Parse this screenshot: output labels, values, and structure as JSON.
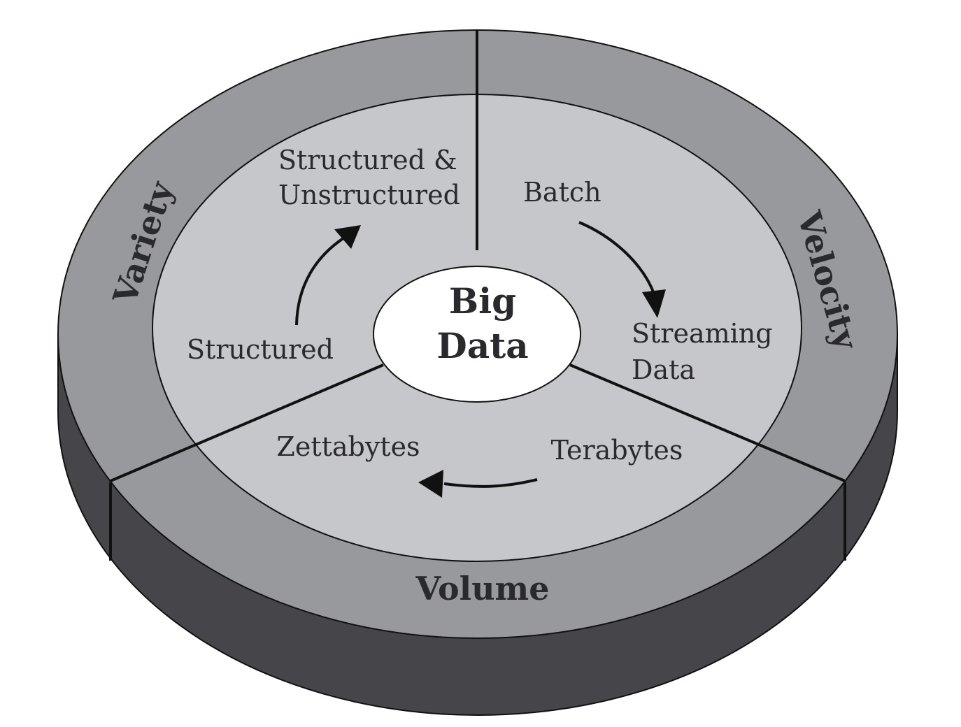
{
  "title": "Big Data",
  "center": {
    "line1": "Big",
    "line2": "Data"
  },
  "colors": {
    "outer_ring": "#98999c",
    "inner": "#c6c7ca",
    "side": "#464549",
    "center": "#ffffff"
  },
  "segments": [
    {
      "name": "Variety",
      "from": "Structured",
      "to_line1": "Structured &",
      "to_line2": "Unstructured"
    },
    {
      "name": "Velocity",
      "from": "Batch",
      "to_line1": "Streaming",
      "to_line2": "Data"
    },
    {
      "name": "Volume",
      "from": "Terabytes",
      "to": "Zettabytes"
    }
  ]
}
